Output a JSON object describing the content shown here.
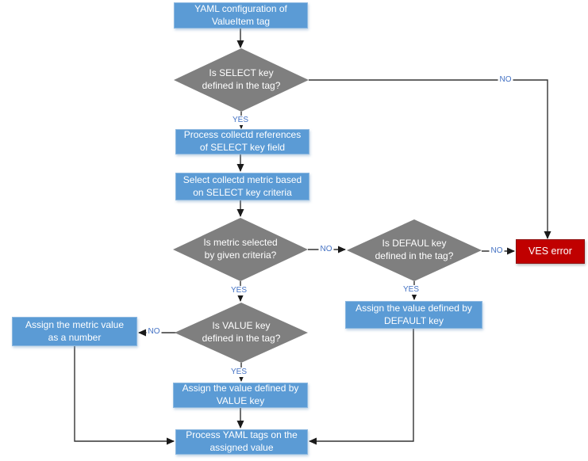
{
  "diagram": {
    "type": "flowchart",
    "colors": {
      "process_fill": "#5b9bd5",
      "decision_fill": "#7f7f7f",
      "error_fill": "#c00000",
      "connector": "#333333",
      "edge_label_text": "#4472c4"
    },
    "nodes": {
      "start": {
        "label": "YAML configuration of\nValueItem tag",
        "type": "process"
      },
      "select_key": {
        "label": "Is SELECT key\ndefined in the tag?",
        "type": "decision"
      },
      "process_refs": {
        "label": "Process collectd references\nof SELECT key field",
        "type": "process"
      },
      "select_metric": {
        "label": "Select collectd metric based\non SELECT key criteria",
        "type": "process"
      },
      "metric_selected": {
        "label": "Is metric selected\nby given criteria?",
        "type": "decision"
      },
      "default_key": {
        "label": "Is DEFAUL key\ndefined in the tag?",
        "type": "decision"
      },
      "ves_error": {
        "label": "VES error",
        "type": "error"
      },
      "assign_default": {
        "label": "Assign the value defined by\nDEFAULT key",
        "type": "process"
      },
      "value_key": {
        "label": "Is VALUE key\ndefined in the tag?",
        "type": "decision"
      },
      "assign_metric": {
        "label": "Assign the metric value\nas a number",
        "type": "process"
      },
      "assign_value": {
        "label": "Assign the value defined by\nVALUE key",
        "type": "process"
      },
      "process_yaml": {
        "label": "Process YAML tags on the\nassigned value",
        "type": "process"
      }
    },
    "edges": [
      {
        "from": "start",
        "to": "select_key",
        "label": ""
      },
      {
        "from": "select_key",
        "to": "process_refs",
        "label": "YES"
      },
      {
        "from": "select_key",
        "to": "ves_error",
        "label": "NO"
      },
      {
        "from": "process_refs",
        "to": "select_metric",
        "label": ""
      },
      {
        "from": "select_metric",
        "to": "metric_selected",
        "label": ""
      },
      {
        "from": "metric_selected",
        "to": "default_key",
        "label": "NO"
      },
      {
        "from": "metric_selected",
        "to": "value_key",
        "label": "YES"
      },
      {
        "from": "default_key",
        "to": "ves_error",
        "label": "NO"
      },
      {
        "from": "default_key",
        "to": "assign_default",
        "label": "YES"
      },
      {
        "from": "value_key",
        "to": "assign_metric",
        "label": "NO"
      },
      {
        "from": "value_key",
        "to": "assign_value",
        "label": "YES"
      },
      {
        "from": "assign_value",
        "to": "process_yaml",
        "label": ""
      },
      {
        "from": "assign_metric",
        "to": "process_yaml",
        "label": ""
      },
      {
        "from": "assign_default",
        "to": "process_yaml",
        "label": ""
      }
    ]
  }
}
